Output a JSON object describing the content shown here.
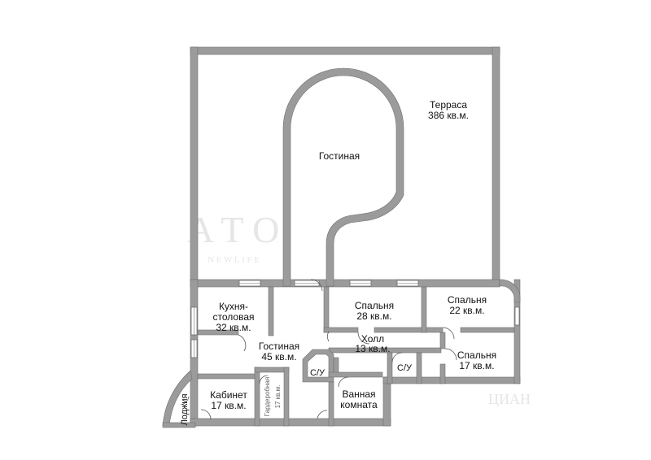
{
  "watermark": {
    "letters": "A   T   O",
    "tagline": "N E W   L I F E",
    "corner": "ЦИАН"
  },
  "rooms": {
    "terrace": {
      "name": "Терраса",
      "area": "386 кв.м."
    },
    "living_top": {
      "name": "Гостиная"
    },
    "kitchen": {
      "line1": "Кухня-",
      "line2": "столовая",
      "area": "32 кв.м."
    },
    "living_main": {
      "name": "Гостиная",
      "area": "45 кв.м."
    },
    "bedroom_1": {
      "name": "Спальня",
      "area": "28 кв.м."
    },
    "bedroom_2": {
      "name": "Спальня",
      "area": "22 кв.м."
    },
    "bedroom_3": {
      "name": "Спальня",
      "area": "17 кв.м."
    },
    "hall": {
      "name": "Холл",
      "area": "13 кв.м."
    },
    "wc_1": {
      "name": "С/У"
    },
    "wc_2": {
      "name": "С/У"
    },
    "bathroom": {
      "line1": "Ванная",
      "line2": "комната"
    },
    "study": {
      "name": "Кабинет",
      "area": "17 кв.м."
    },
    "wardrobe": {
      "name": "Гардеробная",
      "area": "17 кв.м."
    },
    "loggia": {
      "name": "Лоджия"
    }
  },
  "colors": {
    "wall": "#9b9b9b",
    "wall_edge": "#6f6f6f",
    "window": "#ffffff",
    "background": "#ffffff"
  }
}
